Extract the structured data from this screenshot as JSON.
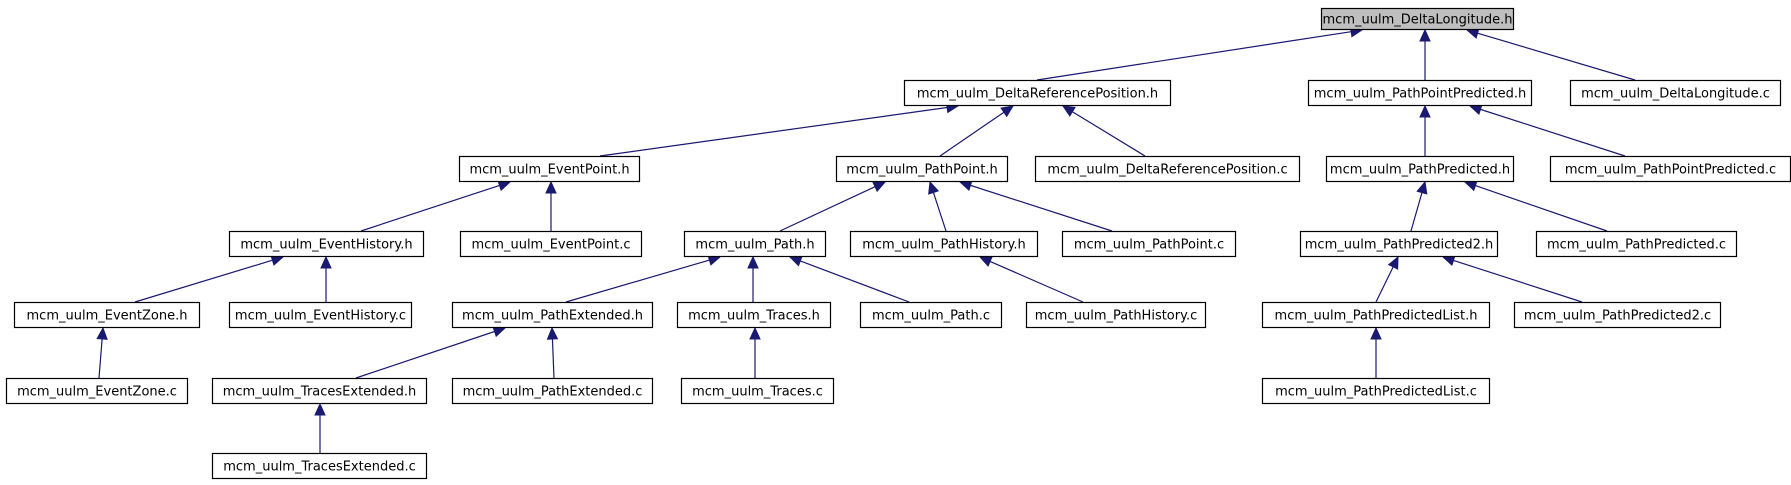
{
  "nodes": [
    {
      "id": "n0",
      "label": "mcm_uulm_DeltaLongitude.h",
      "root": true
    },
    {
      "id": "n1",
      "label": "mcm_uulm_DeltaReferencePosition.h"
    },
    {
      "id": "n2",
      "label": "mcm_uulm_PathPointPredicted.h"
    },
    {
      "id": "n3",
      "label": "mcm_uulm_DeltaLongitude.c"
    },
    {
      "id": "n4",
      "label": "mcm_uulm_EventPoint.h"
    },
    {
      "id": "n5",
      "label": "mcm_uulm_PathPoint.h"
    },
    {
      "id": "n6",
      "label": "mcm_uulm_DeltaReferencePosition.c"
    },
    {
      "id": "n7",
      "label": "mcm_uulm_PathPredicted.h"
    },
    {
      "id": "n8",
      "label": "mcm_uulm_PathPointPredicted.c"
    },
    {
      "id": "n9",
      "label": "mcm_uulm_EventHistory.h"
    },
    {
      "id": "n10",
      "label": "mcm_uulm_EventPoint.c"
    },
    {
      "id": "n11",
      "label": "mcm_uulm_Path.h"
    },
    {
      "id": "n12",
      "label": "mcm_uulm_PathHistory.h"
    },
    {
      "id": "n13",
      "label": "mcm_uulm_PathPoint.c"
    },
    {
      "id": "n14",
      "label": "mcm_uulm_PathPredicted2.h"
    },
    {
      "id": "n15",
      "label": "mcm_uulm_PathPredicted.c"
    },
    {
      "id": "n16",
      "label": "mcm_uulm_EventZone.h"
    },
    {
      "id": "n17",
      "label": "mcm_uulm_EventHistory.c"
    },
    {
      "id": "n18",
      "label": "mcm_uulm_PathExtended.h"
    },
    {
      "id": "n19",
      "label": "mcm_uulm_Traces.h"
    },
    {
      "id": "n20",
      "label": "mcm_uulm_Path.c"
    },
    {
      "id": "n21",
      "label": "mcm_uulm_PathHistory.c"
    },
    {
      "id": "n22",
      "label": "mcm_uulm_PathPredictedList.h"
    },
    {
      "id": "n23",
      "label": "mcm_uulm_PathPredicted2.c"
    },
    {
      "id": "n24",
      "label": "mcm_uulm_EventZone.c"
    },
    {
      "id": "n25",
      "label": "mcm_uulm_TracesExtended.h"
    },
    {
      "id": "n26",
      "label": "mcm_uulm_PathExtended.c"
    },
    {
      "id": "n27",
      "label": "mcm_uulm_Traces.c"
    },
    {
      "id": "n28",
      "label": "mcm_uulm_PathPredictedList.c"
    },
    {
      "id": "n29",
      "label": "mcm_uulm_TracesExtended.c"
    }
  ],
  "edges": [
    {
      "from": "n1",
      "to": "n0"
    },
    {
      "from": "n2",
      "to": "n0"
    },
    {
      "from": "n3",
      "to": "n0"
    },
    {
      "from": "n4",
      "to": "n1"
    },
    {
      "from": "n5",
      "to": "n1"
    },
    {
      "from": "n6",
      "to": "n1"
    },
    {
      "from": "n7",
      "to": "n2"
    },
    {
      "from": "n8",
      "to": "n2"
    },
    {
      "from": "n9",
      "to": "n4"
    },
    {
      "from": "n10",
      "to": "n4"
    },
    {
      "from": "n11",
      "to": "n5"
    },
    {
      "from": "n12",
      "to": "n5"
    },
    {
      "from": "n13",
      "to": "n5"
    },
    {
      "from": "n14",
      "to": "n7"
    },
    {
      "from": "n15",
      "to": "n7"
    },
    {
      "from": "n16",
      "to": "n9"
    },
    {
      "from": "n17",
      "to": "n9"
    },
    {
      "from": "n18",
      "to": "n11"
    },
    {
      "from": "n19",
      "to": "n11"
    },
    {
      "from": "n20",
      "to": "n11"
    },
    {
      "from": "n21",
      "to": "n12"
    },
    {
      "from": "n22",
      "to": "n14"
    },
    {
      "from": "n23",
      "to": "n14"
    },
    {
      "from": "n24",
      "to": "n16"
    },
    {
      "from": "n25",
      "to": "n18"
    },
    {
      "from": "n26",
      "to": "n18"
    },
    {
      "from": "n27",
      "to": "n19"
    },
    {
      "from": "n28",
      "to": "n22"
    },
    {
      "from": "n29",
      "to": "n25"
    }
  ]
}
